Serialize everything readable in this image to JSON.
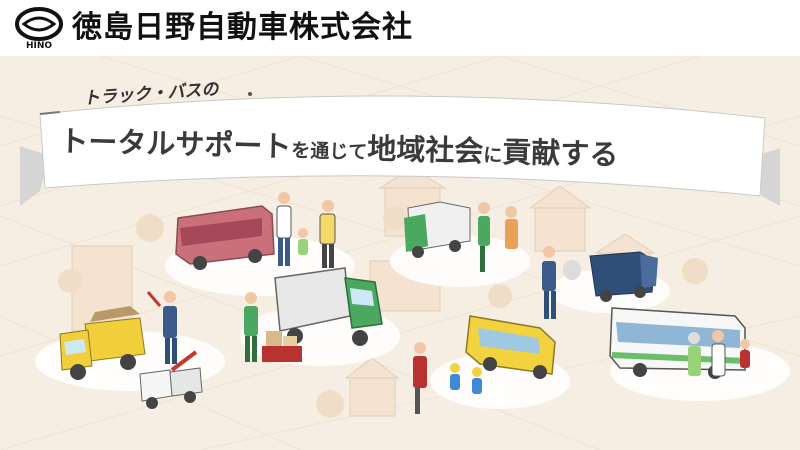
{
  "header": {
    "logo_text": "HINO",
    "company_name": "徳島日野自動車株式会社"
  },
  "banner": {
    "subtitle": "トラック・バスの",
    "title_part1": "トータルサポート",
    "title_part2": "を通じて",
    "title_part3": "地域社会",
    "title_part4": "に",
    "title_part5": "貢献する"
  },
  "colors": {
    "background": "#f7eee3",
    "banner": "#ffffff",
    "truck_green": "#4aa860",
    "bus_red": "#c9707a",
    "dump_yellow": "#f0cf3a",
    "bus_yellow": "#f2d23e",
    "garbage_blue": "#2f4f78"
  }
}
